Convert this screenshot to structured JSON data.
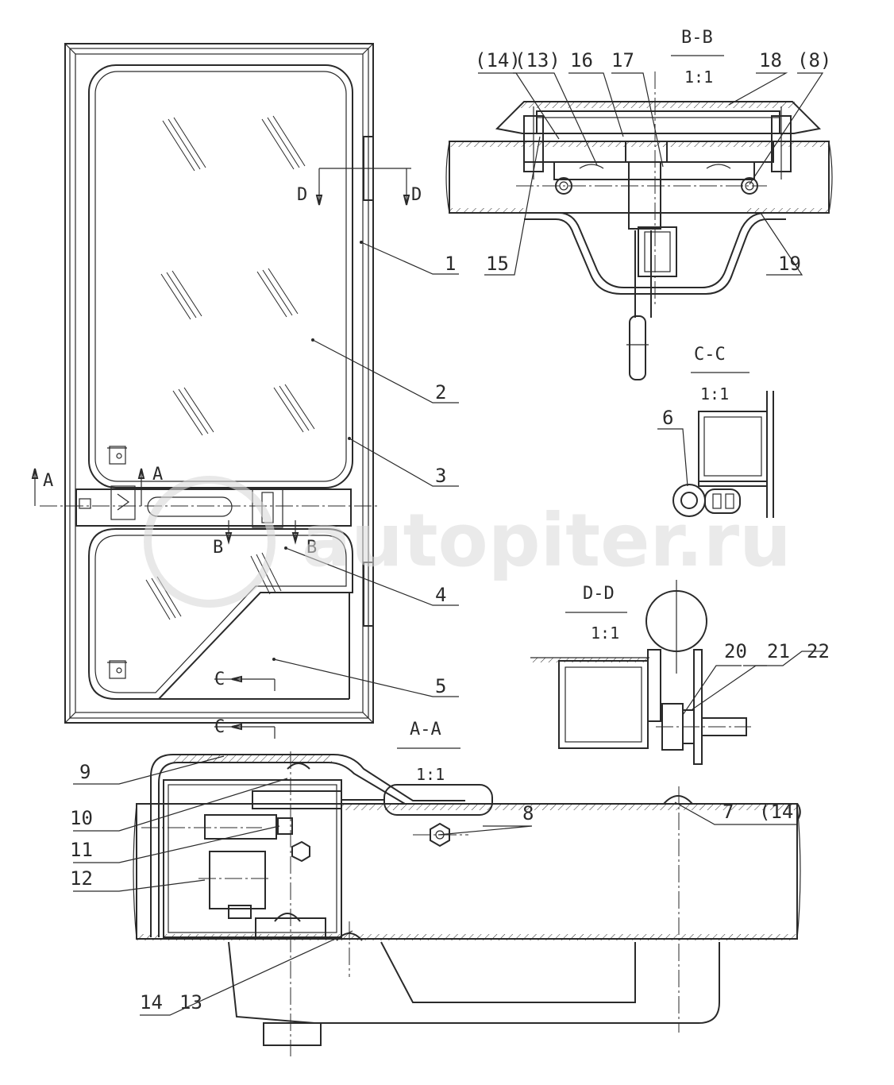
{
  "watermark": "autopiter.ru",
  "callouts": [
    "1",
    "2",
    "3",
    "4",
    "5",
    "6",
    "7",
    "8",
    "9",
    "10",
    "11",
    "12",
    "13",
    "14",
    "15",
    "16",
    "17",
    "18",
    "19",
    "20",
    "21",
    "22",
    "(14)",
    "(13)",
    "(8)",
    "(14)",
    "14",
    "13"
  ],
  "sections": {
    "bb": {
      "title": "B-B",
      "scale": "1:1"
    },
    "cc": {
      "title": "C-C",
      "scale": "1:1"
    },
    "dd": {
      "title": "D-D",
      "scale": "1:1"
    },
    "aa": {
      "title": "A-A",
      "scale": "1:1"
    }
  },
  "cut_letters": {
    "a": "A",
    "b": "B",
    "c": "C",
    "d": "D"
  }
}
